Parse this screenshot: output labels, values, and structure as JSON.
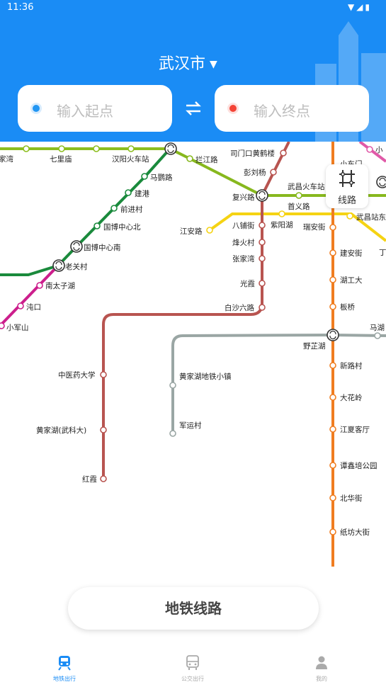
{
  "status_bar": {
    "time": "11:36",
    "icons": "▼◢▮"
  },
  "header": {
    "city": "武汉市",
    "city_arrow": "▼"
  },
  "route": {
    "start_placeholder": "输入起点",
    "end_placeholder": "输入终点",
    "start_color": "#2196f3",
    "end_color": "#f44336",
    "swap_icon": "⇌"
  },
  "map": {
    "line_colors": {
      "line1": "#8cbe1e",
      "line2": "#1a8a3c",
      "line4": "#87b81e",
      "line5": "#b85450",
      "line7": "#f5d313",
      "line8": "#9aa6a4",
      "line11": "#f07d20",
      "line6": "#cc1e8c"
    },
    "stations": {
      "line1": [
        "家湾",
        "七里庙",
        "汉阳火车站"
      ],
      "line2": [
        "马鹦路",
        "建港",
        "前进村",
        "国博中心北",
        "国博中心南",
        "老关村",
        "南太子湖",
        "沌口",
        "小军山"
      ],
      "line4": [
        "拦江路",
        "复兴路",
        "武昌火车站",
        "首义路"
      ],
      "line5": [
        "司门口黄鹤楼",
        "彭刘杨",
        "八铺街",
        "烽火村",
        "张家湾",
        "光霞",
        "白沙六路",
        "中医药大学",
        "黄家湖(武科大)",
        "红霞"
      ],
      "line7": [
        "江安路",
        "紫阳湖",
        "瑞安街",
        "武昌站东"
      ],
      "line8": [
        "黄家湖地铁小镇",
        "军运村",
        "野芷湖",
        "马湖"
      ],
      "line11": [
        "小东门",
        "建安街",
        "湖工大",
        "板桥",
        "新路村",
        "大花岭",
        "江夏客厅",
        "谭鑫培公园",
        "北华街",
        "纸坊大街"
      ],
      "other": [
        "丁",
        "小"
      ]
    }
  },
  "line_button": {
    "label": "线路"
  },
  "metro_button": {
    "label": "地铁线路"
  },
  "tabs": [
    {
      "label": "地铁出行",
      "active": true
    },
    {
      "label": "公交出行",
      "active": false
    },
    {
      "label": "我的",
      "active": false
    }
  ],
  "colors": {
    "accent": "#1a8cf5",
    "inactive": "#aaaaaa"
  }
}
